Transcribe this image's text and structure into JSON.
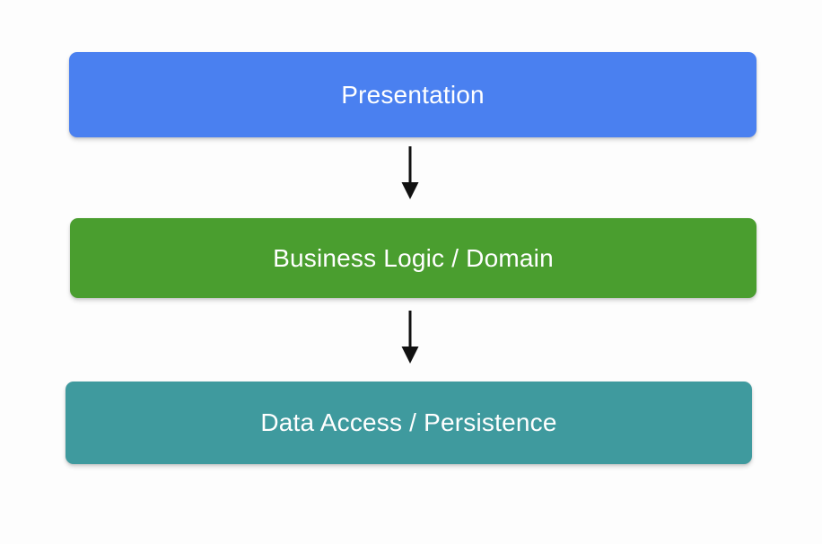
{
  "diagram": {
    "type": "layered-architecture-flow",
    "title": "",
    "background_color": "#fdfdfd",
    "orientation": "vertical-top-down",
    "layers": [
      {
        "id": "presentation",
        "label": "Presentation",
        "fill_color": "#4a80f0",
        "text_color": "#ffffff",
        "order": 1
      },
      {
        "id": "business-logic",
        "label": "Business Logic / Domain",
        "fill_color": "#4a9e2f",
        "text_color": "#ffffff",
        "order": 2
      },
      {
        "id": "data-access",
        "label": "Data Access / Persistence",
        "fill_color": "#3f9a9e",
        "text_color": "#ffffff",
        "order": 3
      }
    ],
    "connectors": [
      {
        "id": "presentation-to-business",
        "from": "presentation",
        "to": "business-logic",
        "style": "solid-arrow",
        "color": "#111111",
        "direction": "down"
      },
      {
        "id": "business-to-data",
        "from": "business-logic",
        "to": "data-access",
        "style": "solid-arrow",
        "color": "#111111",
        "direction": "down"
      }
    ]
  }
}
